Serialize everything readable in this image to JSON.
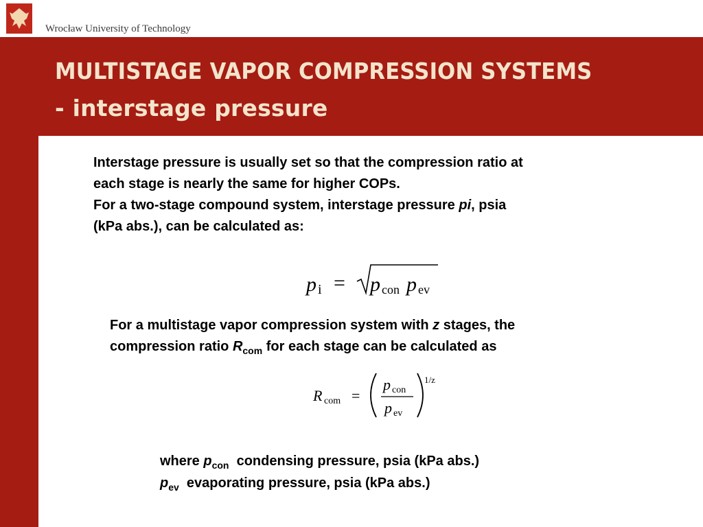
{
  "header": {
    "university": "Wrocław University of Technology",
    "logo": "eagle-crest-icon"
  },
  "title": {
    "line1": "MULTISTAGE VAPOR COMPRESSION SYSTEMS",
    "line2": "- interstage pressure"
  },
  "body": {
    "para1": {
      "line1": "Interstage pressure is usually set so that the compression ratio at",
      "line2": "each stage is nearly the same for higher COPs.",
      "line3_a": "For a two-stage compound system, interstage pressure ",
      "line3_var": "pi",
      "line3_b": ", psia",
      "line4": "(kPa abs.), can be calculated as:"
    },
    "formula1": {
      "lhs": "p",
      "lhs_sub": "i",
      "equals": "=",
      "rad_var1": "p",
      "rad_sub1": "con",
      "rad_var2": "p",
      "rad_sub2": "ev"
    },
    "para2": {
      "line1_a": "For a multistage vapor compression system with ",
      "line1_var": "z",
      "line1_b": " stages, the",
      "line2_a": "compression ratio ",
      "line2_var": "R",
      "line2_sub": "com",
      "line2_b": " for each stage can be calculated as"
    },
    "formula2": {
      "lhs": "R",
      "lhs_sub": "com",
      "equals": "=",
      "num": "p",
      "num_sub": "con",
      "den": "p",
      "den_sub": "ev",
      "exponent": "1/z"
    },
    "where": {
      "line1_a": "where ",
      "line1_var": "p",
      "line1_sub": "con",
      "line1_b": "  condensing pressure, psia (kPa abs.)",
      "line2_var": "p",
      "line2_sub": "ev",
      "line2_b": "  evaporating pressure, psia (kPa abs.)"
    }
  }
}
